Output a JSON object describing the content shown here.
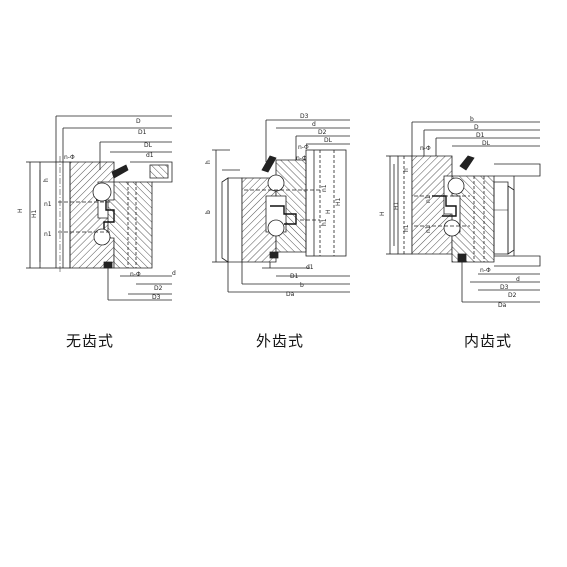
{
  "captions": [
    "无齿式",
    "外齿式",
    "内齿式"
  ],
  "dims": {
    "none": {
      "top": [
        "D",
        "D1",
        "DL",
        "d1"
      ],
      "bottom": [
        "n-Φ",
        "d",
        "D2",
        "D3"
      ],
      "left": [
        "H",
        "H1",
        "h"
      ],
      "inner": [
        "n-Φ",
        "n1",
        "n1"
      ]
    },
    "external": {
      "top": [
        "D3",
        "d",
        "D2",
        "DL"
      ],
      "bottom": [
        "d1",
        "D1",
        "b",
        "Da"
      ],
      "left": [
        "h",
        "b"
      ],
      "inner": [
        "n-Φ",
        "n-Φ",
        "n1",
        "H",
        "H1",
        "h1"
      ]
    },
    "internal": {
      "top": [
        "b",
        "D",
        "D1",
        "DL",
        "n-Φ"
      ],
      "bottom": [
        "n-Φ",
        "d",
        "D3",
        "D2",
        "Da"
      ],
      "left": [
        "H",
        "H1",
        "h1",
        "h"
      ],
      "inner": [
        "n1",
        "n1"
      ]
    }
  }
}
